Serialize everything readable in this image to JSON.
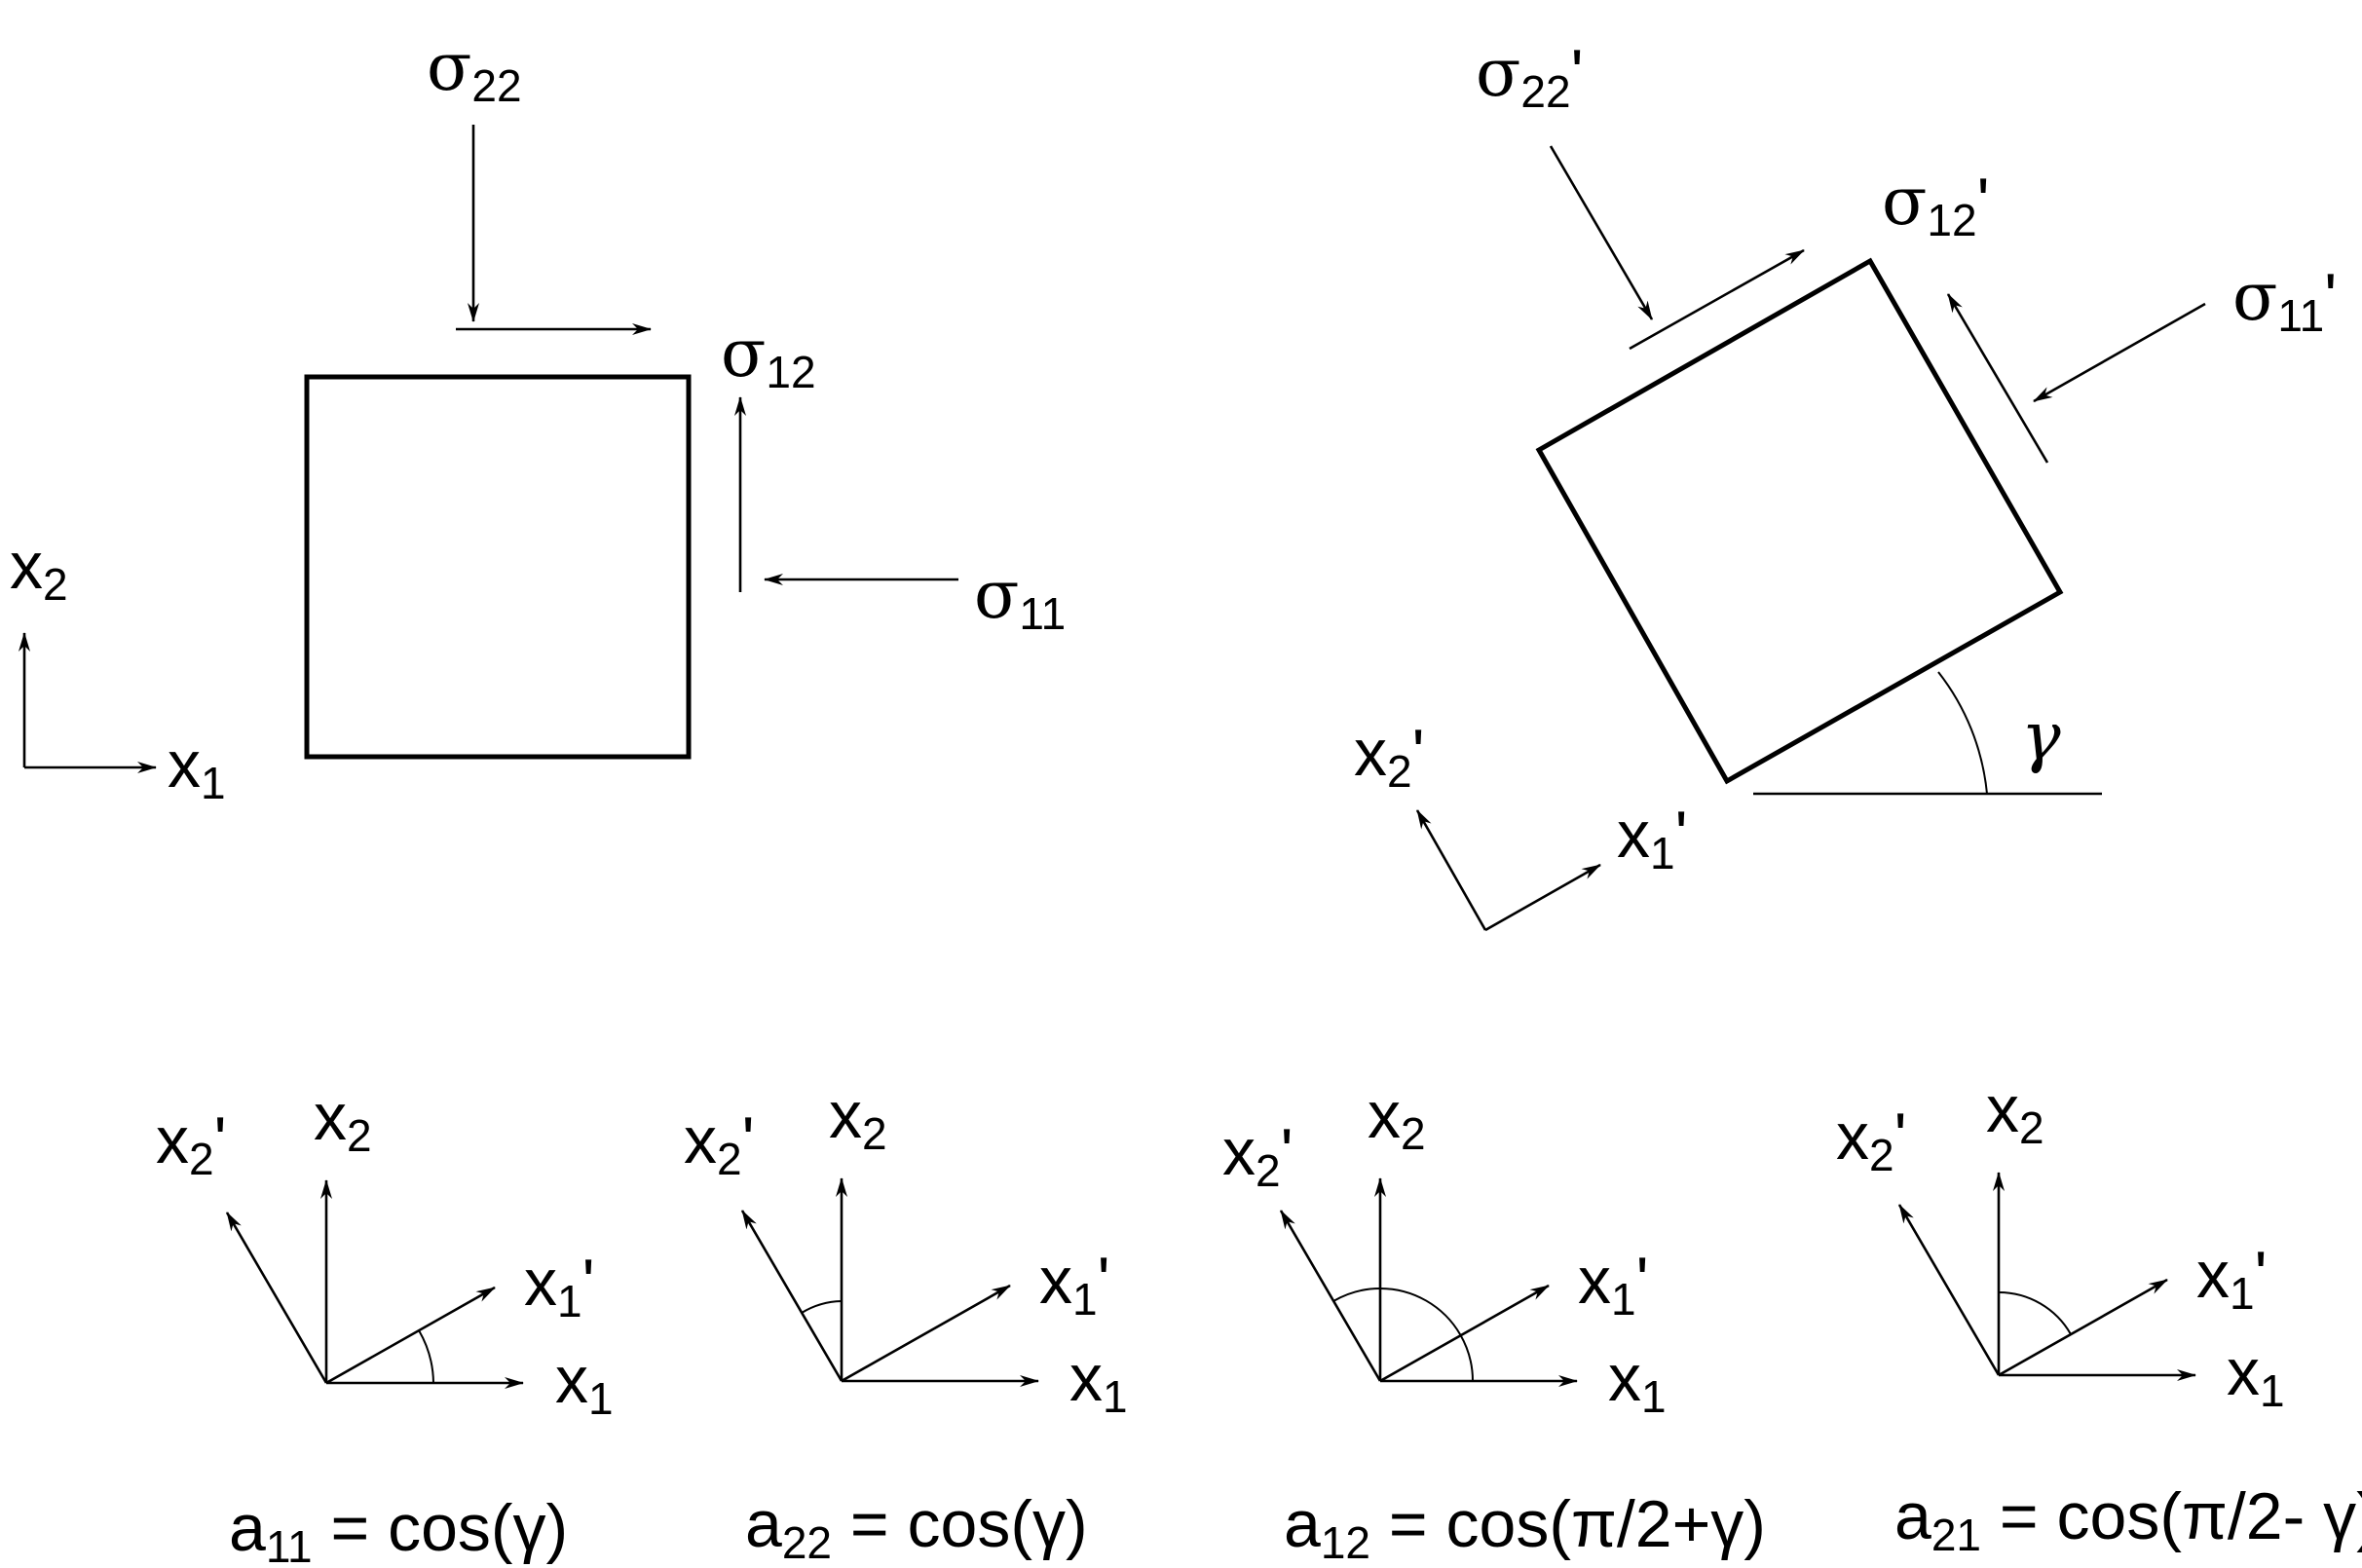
{
  "labels": {
    "sigma": "σ",
    "prime": "'",
    "x": "x",
    "a": "a",
    "sub_1": "1",
    "sub_2": "2",
    "sub_11": "11",
    "sub_12": "12",
    "sub_21": "21",
    "sub_22": "22",
    "gamma": "γ"
  },
  "equations": {
    "a11_rhs": " = cos(γ)",
    "a22_rhs": " = cos(γ)",
    "a12_rhs": " = cos(π/2+γ)",
    "a21_rhs": " = cos(π/2- γ)"
  }
}
